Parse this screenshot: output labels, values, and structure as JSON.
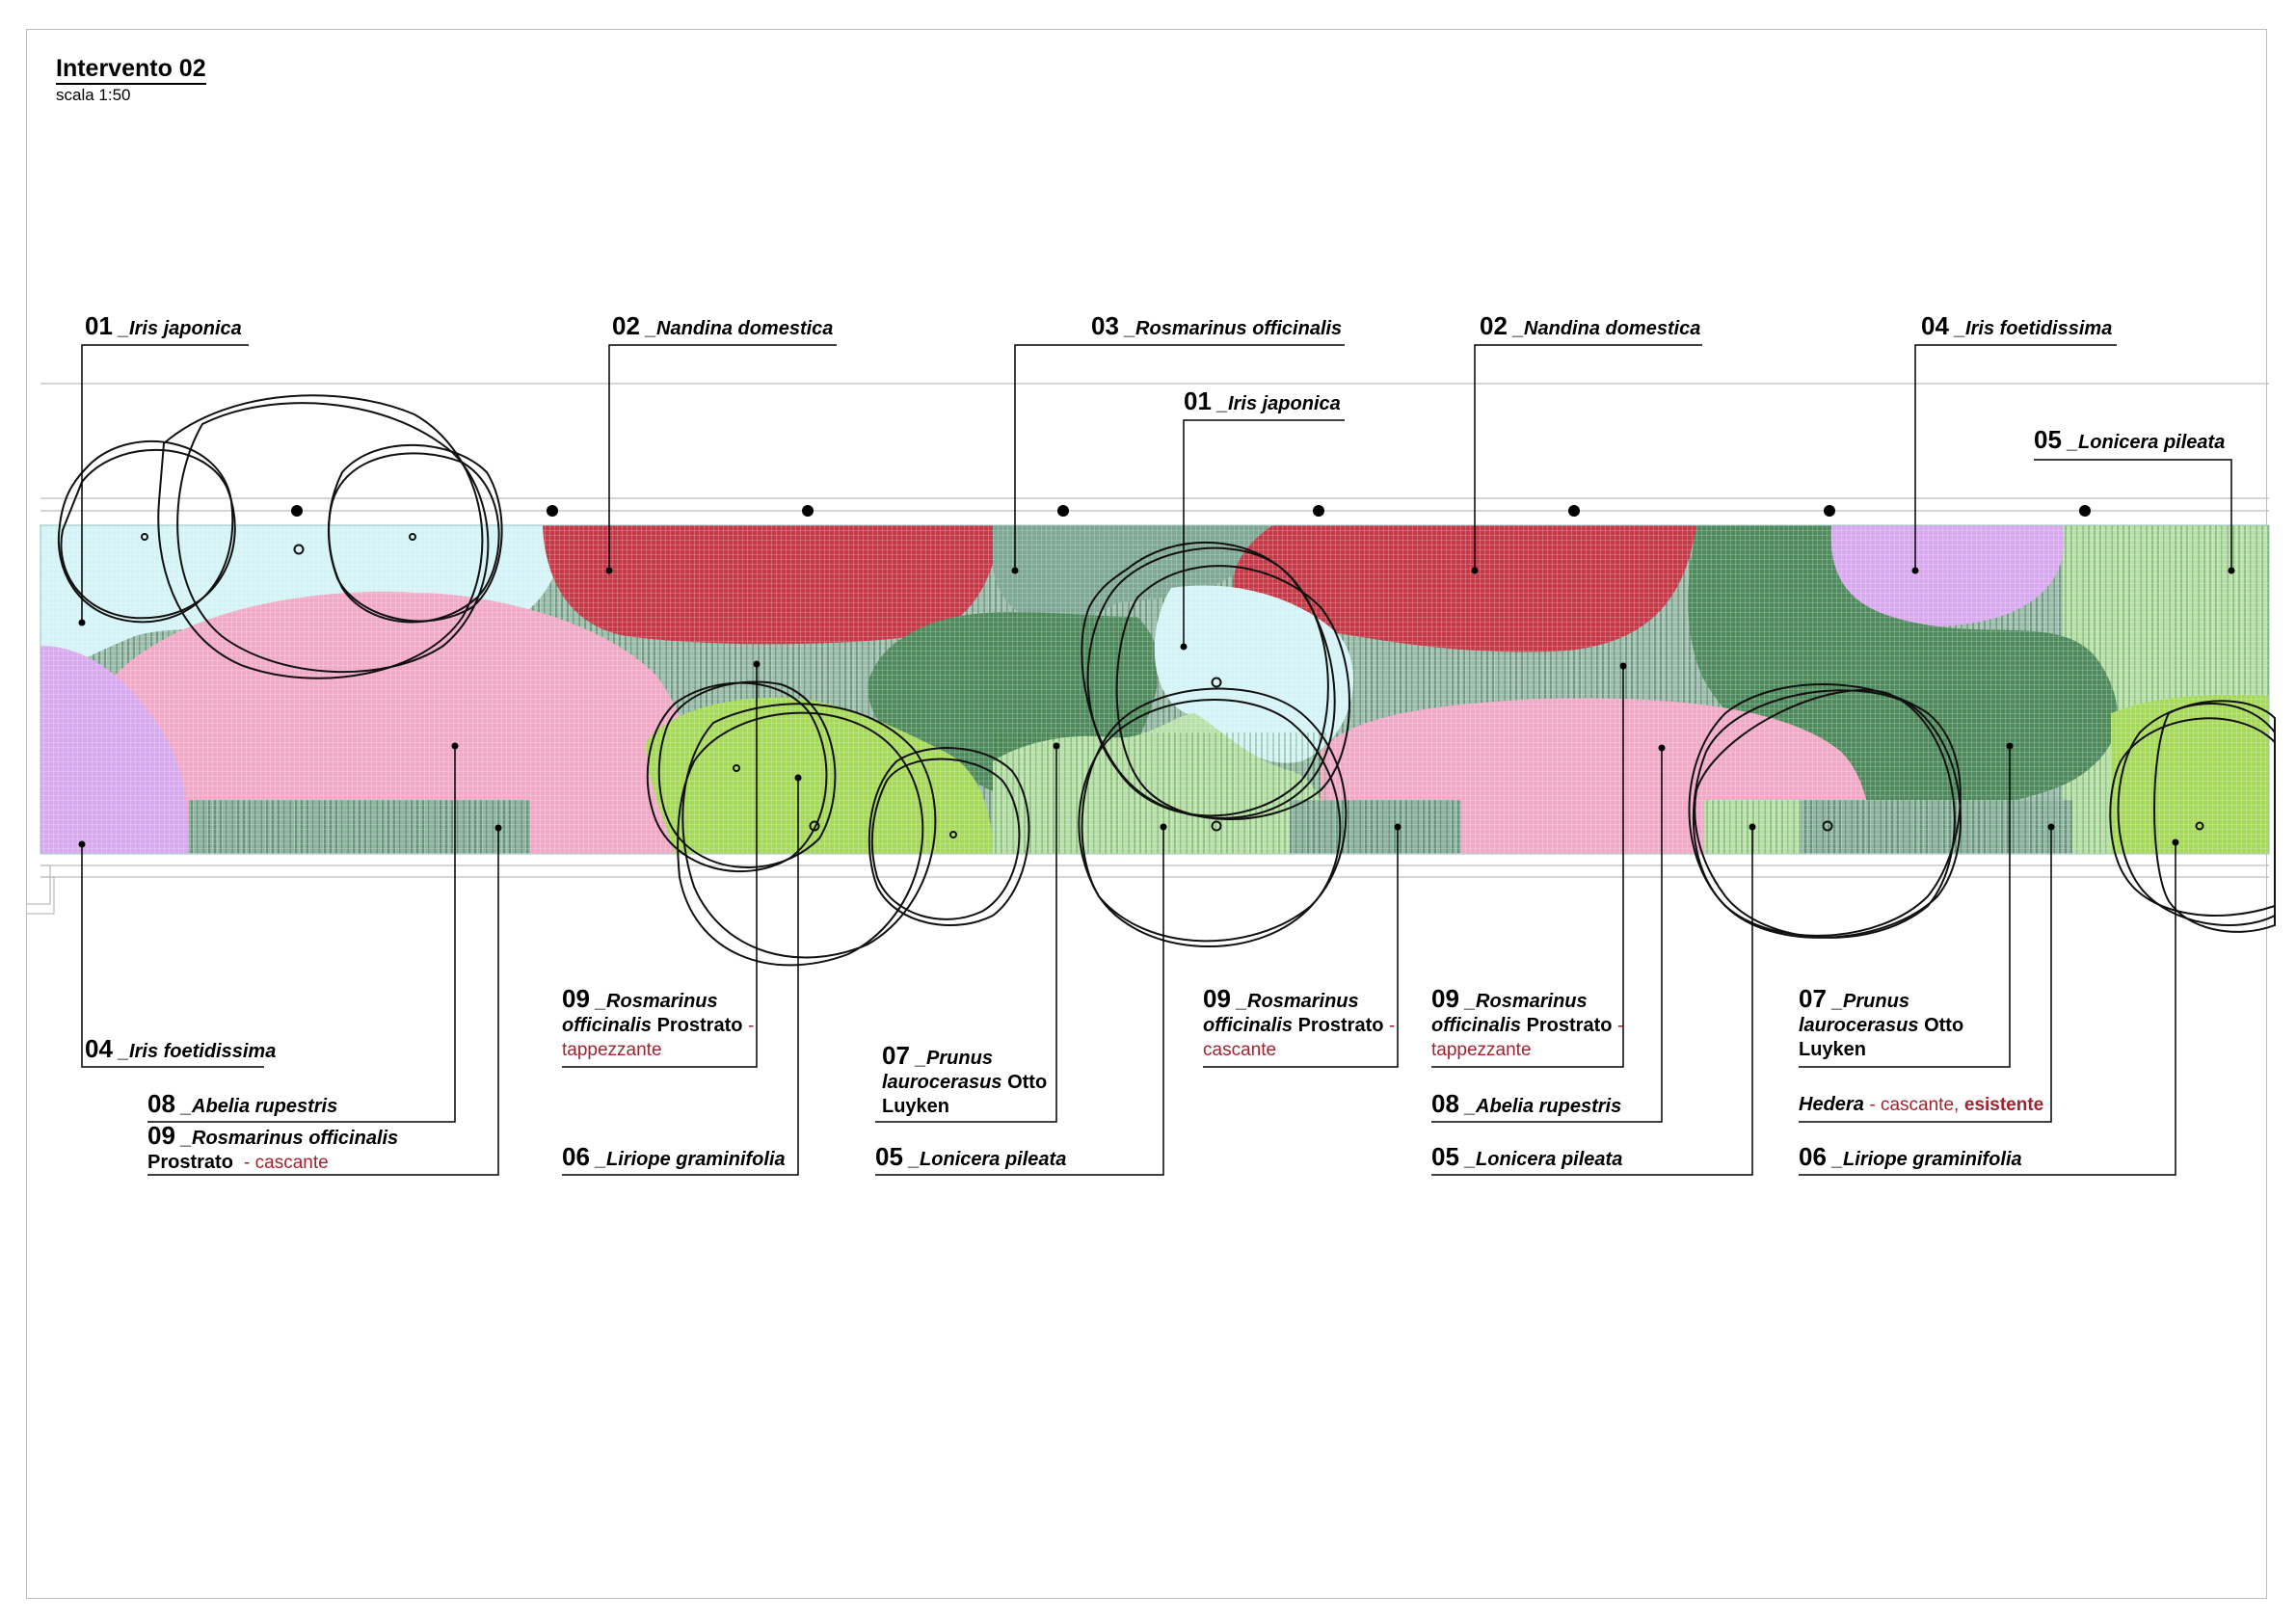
{
  "title": "Intervento 02",
  "scale": "scala 1:50",
  "colors": {
    "iris_japonica": "#d4f3f6",
    "nandina_domestica": "#c53a48",
    "rosmarinus_officinalis": "#7ea895",
    "prunus_laurocerasus": "#4f8a5c",
    "abelia_rupestris": "#f0a9c6",
    "iris_foetidissima": "#d8a9ee",
    "lonicera_pileata": "#a9d99a",
    "liriope_graminifolia": "#a6d95a",
    "rosmarinus_prostrato": "#6f9c82",
    "annotation_red": "#a2232f"
  },
  "labels": {
    "top_01_a": {
      "num": "01",
      "name": "_Iris japonica"
    },
    "top_02_a": {
      "num": "02",
      "name": "_Nandina domestica"
    },
    "top_03": {
      "num": "03",
      "name": "_Rosmarinus officinalis"
    },
    "top_01_b": {
      "num": "01",
      "name": "_Iris japonica"
    },
    "top_02_b": {
      "num": "02",
      "name": "_Nandina domestica"
    },
    "top_04": {
      "num": "04",
      "name": "_Iris foetidissima"
    },
    "top_05": {
      "num": "05",
      "name": "_Lonicera pileata"
    },
    "b_04": {
      "num": "04",
      "name": "_Iris foetidissima"
    },
    "b_08_a": {
      "num": "08",
      "name": "_Abelia rupestris"
    },
    "b_09_a": {
      "num": "09",
      "name": "_Rosmarinus officinalis",
      "line2": "Prostrato",
      "red": "- cascante"
    },
    "b_09_b": {
      "num": "09",
      "name": "_Rosmarinus",
      "name2": "officinalis",
      "plain": "Prostrato",
      "dash": "-",
      "red": "tappezzante"
    },
    "b_06_a": {
      "num": "06",
      "name": "_Liriope graminifolia"
    },
    "b_07_a": {
      "num": "07",
      "name": "_Prunus",
      "name2": "laurocerasus",
      "plain": "Otto",
      "line3": "Luyken"
    },
    "b_05_a": {
      "num": "05",
      "name": "_Lonicera pileata"
    },
    "b_09_c": {
      "num": "09",
      "name": "_Rosmarinus",
      "name2": "officinalis",
      "plain": "Prostrato",
      "dash": "-",
      "red": "cascante"
    },
    "b_09_d": {
      "num": "09",
      "name": "_Rosmarinus",
      "name2": "officinalis",
      "plain": "Prostrato",
      "dash": "-",
      "red": "tappezzante"
    },
    "b_08_b": {
      "num": "08",
      "name": "_Abelia rupestris"
    },
    "b_05_b": {
      "num": "05",
      "name": "_Lonicera pileata"
    },
    "b_07_b": {
      "num": "07",
      "name": "_Prunus",
      "name2": "laurocerasus",
      "plain": "Otto",
      "line3": "Luyken"
    },
    "b_hedera": {
      "name": "Hedera",
      "red1": "- cascante,",
      "red2": "esistente"
    },
    "b_06_b": {
      "num": "06",
      "name": "_Liriope graminifolia"
    }
  }
}
